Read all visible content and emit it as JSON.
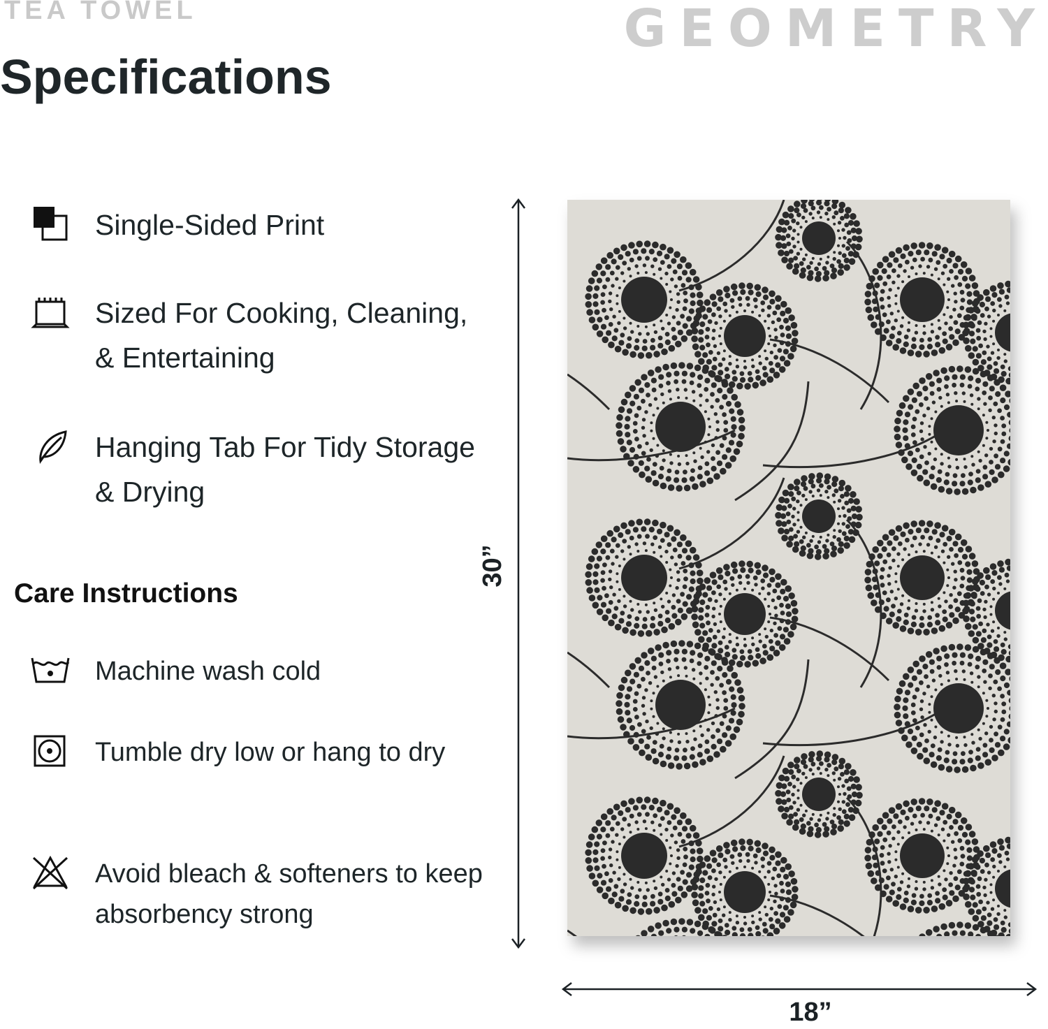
{
  "header": {
    "eyebrow": "TEA TOWEL",
    "title": "Specifications",
    "brand": "GEOMETRY"
  },
  "features": [
    {
      "icon": "overlapping-squares-icon",
      "label": "Single-Sided Print"
    },
    {
      "icon": "towel-icon",
      "label": "Sized For Cooking, Cleaning, & Entertaining"
    },
    {
      "icon": "leaf-icon",
      "label": "Hanging Tab For Tidy Storage & Drying"
    }
  ],
  "care": {
    "heading": "Care Instructions",
    "items": [
      {
        "icon": "wash-cold-icon",
        "label": "Machine wash cold"
      },
      {
        "icon": "tumble-dry-low-icon",
        "label": "Tumble dry low or hang to dry"
      },
      {
        "icon": "no-bleach-icon",
        "label": "Avoid bleach & softeners to keep absorbency strong"
      }
    ]
  },
  "dimensions": {
    "height": "30”",
    "width": "18”"
  },
  "towel": {
    "background_color": "#dedcd6",
    "pattern_color": "#2b2b2b",
    "pattern": "dandelion puff flowers"
  }
}
